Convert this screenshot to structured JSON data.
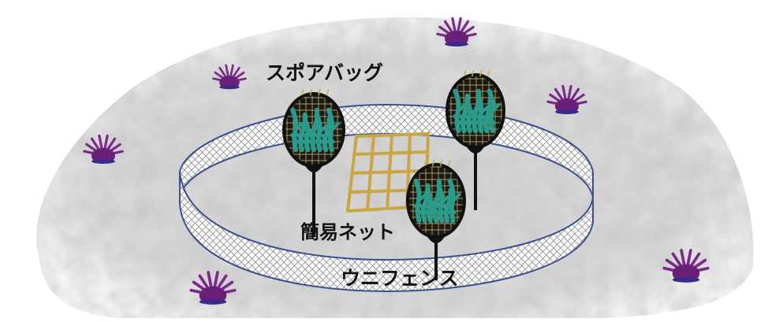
{
  "labels": {
    "spore_bag": "スポアバッグ",
    "simple_net": "簡易ネット",
    "urchin_fence": "ウニフェンス"
  },
  "colors": {
    "seabed": "#c9c9c9",
    "fence_outline": "#3b4f8c",
    "mesh": "#9a9a9a",
    "net": "#c9a544",
    "urchin_body": "#6a1f78",
    "urchin_spine": "#7a2a8a",
    "urchin_base": "#3b2a8a",
    "bag": "#111111",
    "seaweed": "#2a9a8a",
    "seaweed_tip": "#c9b040"
  },
  "icons": {
    "sea_urchin": "sea-urchin-icon",
    "spore_bag": "spore-bag-icon",
    "net": "grid-net-icon"
  }
}
